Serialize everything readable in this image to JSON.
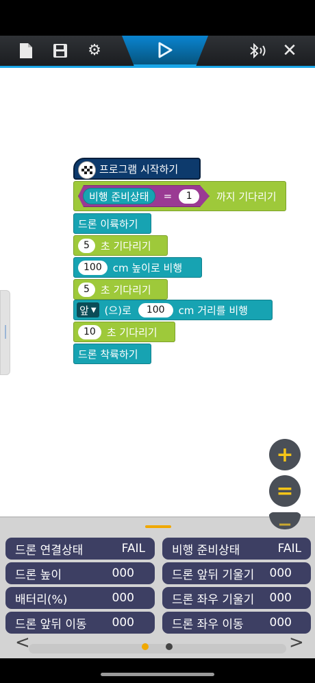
{
  "toolbar": {
    "icons": [
      "new-file-icon",
      "save-icon",
      "settings-icon",
      "play-icon",
      "bluetooth-icon",
      "close-icon"
    ],
    "accent": "#1aa6e8"
  },
  "program": {
    "start_label": "프로그램 시작하기",
    "wait_ready": {
      "condition": "비행 준비상태",
      "operator": "=",
      "value": "1",
      "suffix": "까지 기다리기"
    },
    "takeoff": "드론 이륙하기",
    "wait1": {
      "value": "5",
      "suffix": "초 기다리기"
    },
    "fly_height": {
      "value": "100",
      "suffix": "cm 높이로 비행"
    },
    "wait2": {
      "value": "5",
      "suffix": "초 기다리기"
    },
    "move": {
      "direction": "앞",
      "mid": "(으)로",
      "value": "100",
      "suffix": "cm 거리를 비행"
    },
    "wait3": {
      "value": "10",
      "suffix": "초 기다리기"
    },
    "land": "드론 착륙하기"
  },
  "fabs": {
    "zoom_in": "+",
    "reset": "=",
    "zoom_out": "−"
  },
  "status": {
    "items": [
      {
        "label": "드론 연결상태",
        "value": "FAIL"
      },
      {
        "label": "비행 준비상태",
        "value": "FAIL"
      },
      {
        "label": "드론 높이",
        "value": "000"
      },
      {
        "label": "드론 앞뒤 기울기",
        "value": "000"
      },
      {
        "label": "배터리(%)",
        "value": "000"
      },
      {
        "label": "드론 좌우 기울기",
        "value": "000"
      },
      {
        "label": "드론 앞뒤 이동",
        "value": "000"
      },
      {
        "label": "드론 좌우 이동",
        "value": "000"
      }
    ]
  },
  "pager": {
    "prev": "<",
    "next": ">",
    "active_color": "#f0a800",
    "inactive_color": "#444444"
  }
}
